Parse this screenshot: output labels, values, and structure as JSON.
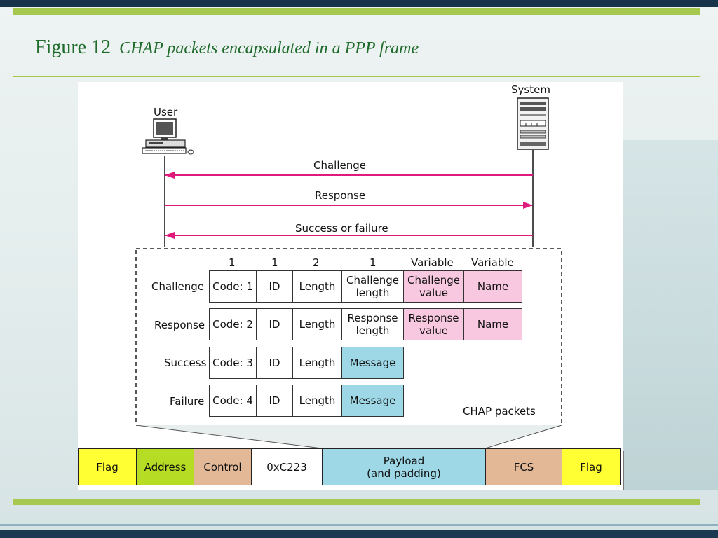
{
  "slide": {
    "figure_label": "Figure 12",
    "caption": "CHAP packets encapsulated in a PPP frame"
  },
  "diagram": {
    "user_label": "User",
    "system_label": "System",
    "messages": [
      {
        "label": "Challenge",
        "direction": "system-to-user"
      },
      {
        "label": "Response",
        "direction": "user-to-system"
      },
      {
        "label": "Success or failure",
        "direction": "system-to-user"
      }
    ],
    "field_sizes": [
      "1",
      "1",
      "2",
      "1",
      "Variable",
      "Variable"
    ],
    "packets": [
      {
        "name": "Challenge",
        "fields": [
          "Code: 1",
          "ID",
          "Length",
          "Challenge\nlength",
          "Challenge\nvalue",
          "Name"
        ]
      },
      {
        "name": "Response",
        "fields": [
          "Code: 2",
          "ID",
          "Length",
          "Response\nlength",
          "Response\nvalue",
          "Name"
        ]
      },
      {
        "name": "Success",
        "fields": [
          "Code: 3",
          "ID",
          "Length",
          "Message"
        ]
      },
      {
        "name": "Failure",
        "fields": [
          "Code: 4",
          "ID",
          "Length",
          "Message"
        ]
      }
    ],
    "packets_box_label": "CHAP packets",
    "ppp_frame": [
      "Flag",
      "Address",
      "Control",
      "0xC223",
      "Payload\n(and padding)",
      "FCS",
      "Flag"
    ],
    "colors": {
      "arrow": "#e0197d",
      "pink": "#f8c8e0",
      "blue": "#9ed8e6",
      "flag": "#ffff33",
      "address": "#b6dc23",
      "control": "#e2b897",
      "payload": "#9ed8e6",
      "fcs": "#e2b897"
    }
  }
}
